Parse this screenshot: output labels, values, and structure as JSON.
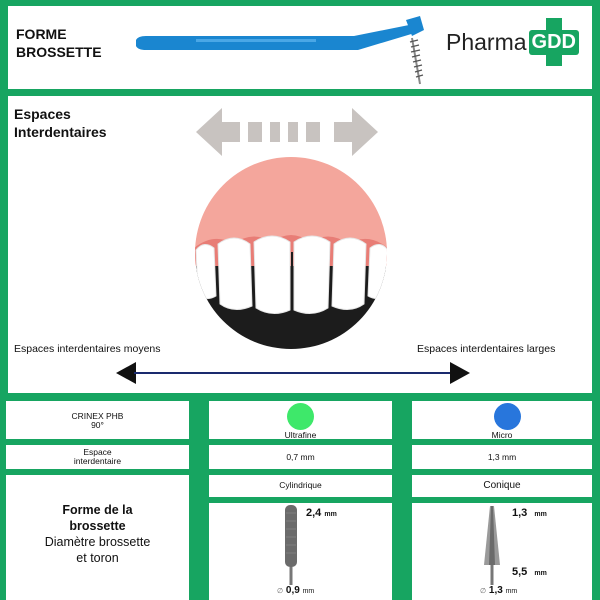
{
  "header": {
    "title_line1": "FORME",
    "title_line2": "BROSSETTE",
    "logo_text": "Pharma",
    "logo_badge": "GDD",
    "brand_color": "#17a561",
    "brush_color": "#1a86d0"
  },
  "spaces": {
    "title_line1": "Espaces",
    "title_line2": "Interdentaires",
    "left_label": "Espaces interdentaires moyens",
    "right_label": "Espaces interdentaires larges",
    "arrow_icon": "double-arrow-icon",
    "mouth_icon": "teeth-illustration"
  },
  "table": {
    "product": "CRINEX PHB",
    "angle": "90°",
    "row_space_label_line1": "Espace",
    "row_space_label_line2": "interdentaire",
    "shape_title_line1": "Forme de la",
    "shape_title_line2": "brossette",
    "shape_sub_line1": "Diamètre brossette",
    "shape_sub_line2": "et toron",
    "columns": [
      {
        "name": "Ultrafine",
        "color": "#3ee86a",
        "space": "0,7 mm",
        "shape": "Cylindrique",
        "brush_diameter": "2,4",
        "brush_unit": "mm",
        "wire_diameter": "0,9",
        "wire_unit": "mm",
        "diameter_symbol": "∅"
      },
      {
        "name": "Micro",
        "color": "#2876dc",
        "space": "1,3 mm",
        "shape": "Conique",
        "brush_diameter": "1,3",
        "brush_unit": "mm",
        "brush_diameter_max": "5,5",
        "brush_unit_max": "mm",
        "wire_diameter": "1,3",
        "wire_unit": "mm",
        "diameter_symbol": "∅"
      }
    ]
  }
}
